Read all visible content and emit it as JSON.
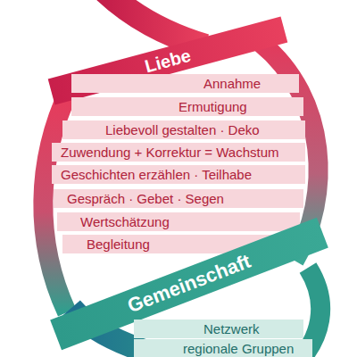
{
  "diagram": {
    "nodes": [
      {
        "text": [
          "Liebe"
        ]
      },
      {
        "text": [
          "Annahme"
        ]
      },
      {
        "text": [
          "Ermutigung"
        ]
      },
      {
        "text": [
          "Liebevoll gestalten · Deko"
        ]
      },
      {
        "text": [
          "Zuwendung + Korrektur = Wachstum"
        ]
      },
      {
        "text": [
          "Geschichten erzählen · Teilhabe"
        ]
      },
      {
        "text": [
          "Gespräch · Gebet · Segen"
        ]
      },
      {
        "text": [
          "Wertschätzung"
        ]
      },
      {
        "text": [
          "Begleitung"
        ]
      },
      {
        "text": [
          "Gemeinschaft"
        ]
      },
      {
        "text": [
          "Netzwerk"
        ]
      },
      {
        "text": [
          "regionale Gruppen"
        ]
      }
    ]
  }
}
